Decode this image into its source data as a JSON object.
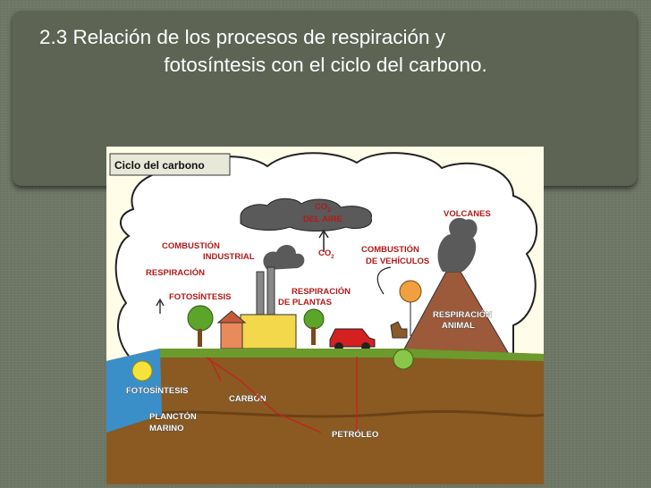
{
  "slide": {
    "title_line1": "2.3 Relación de los procesos de respiración y",
    "title_line2": "fotosíntesis con el ciclo del carbono."
  },
  "diagram": {
    "title": "Ciclo del carbono",
    "labels": {
      "co2_aire_1": "CO",
      "co2_aire_sub": "2",
      "co2_aire_2": "DEL AIRE",
      "co2_small": "CO",
      "co2_small_sub": "2",
      "volcanes": "VOLCANES",
      "combustion_industrial_1": "COMBUSTIÓN",
      "combustion_industrial_2": "INDUSTRIAL",
      "combustion_vehiculos_1": "COMBUSTIÓN",
      "combustion_vehiculos_2": "DE VEHÍCULOS",
      "respiracion": "RESPIRACIÓN",
      "fotosintesis_top": "FOTOSÍNTESIS",
      "respiracion_plantas_1": "RESPIRACIÓN",
      "respiracion_plantas_2": "DE PLANTAS",
      "respiracion_animal_1": "RESPIRACIÓN",
      "respiracion_animal_2": "ANIMAL",
      "fotosintesis_bottom": "FOTOSÍNTESIS",
      "carbon": "CARBÓN",
      "plancton_1": "PLANCTÓN",
      "plancton_2": "MARINO",
      "petroleo": "PETRÓLEO"
    },
    "colors": {
      "sky": "#cfe6f2",
      "cloud": "#ffffff",
      "smoke": "#5a5a5a",
      "ground": "#8a5a22",
      "grass": "#6c9a2c",
      "label_red": "#b21a1a",
      "water": "#3a8fc8"
    }
  }
}
